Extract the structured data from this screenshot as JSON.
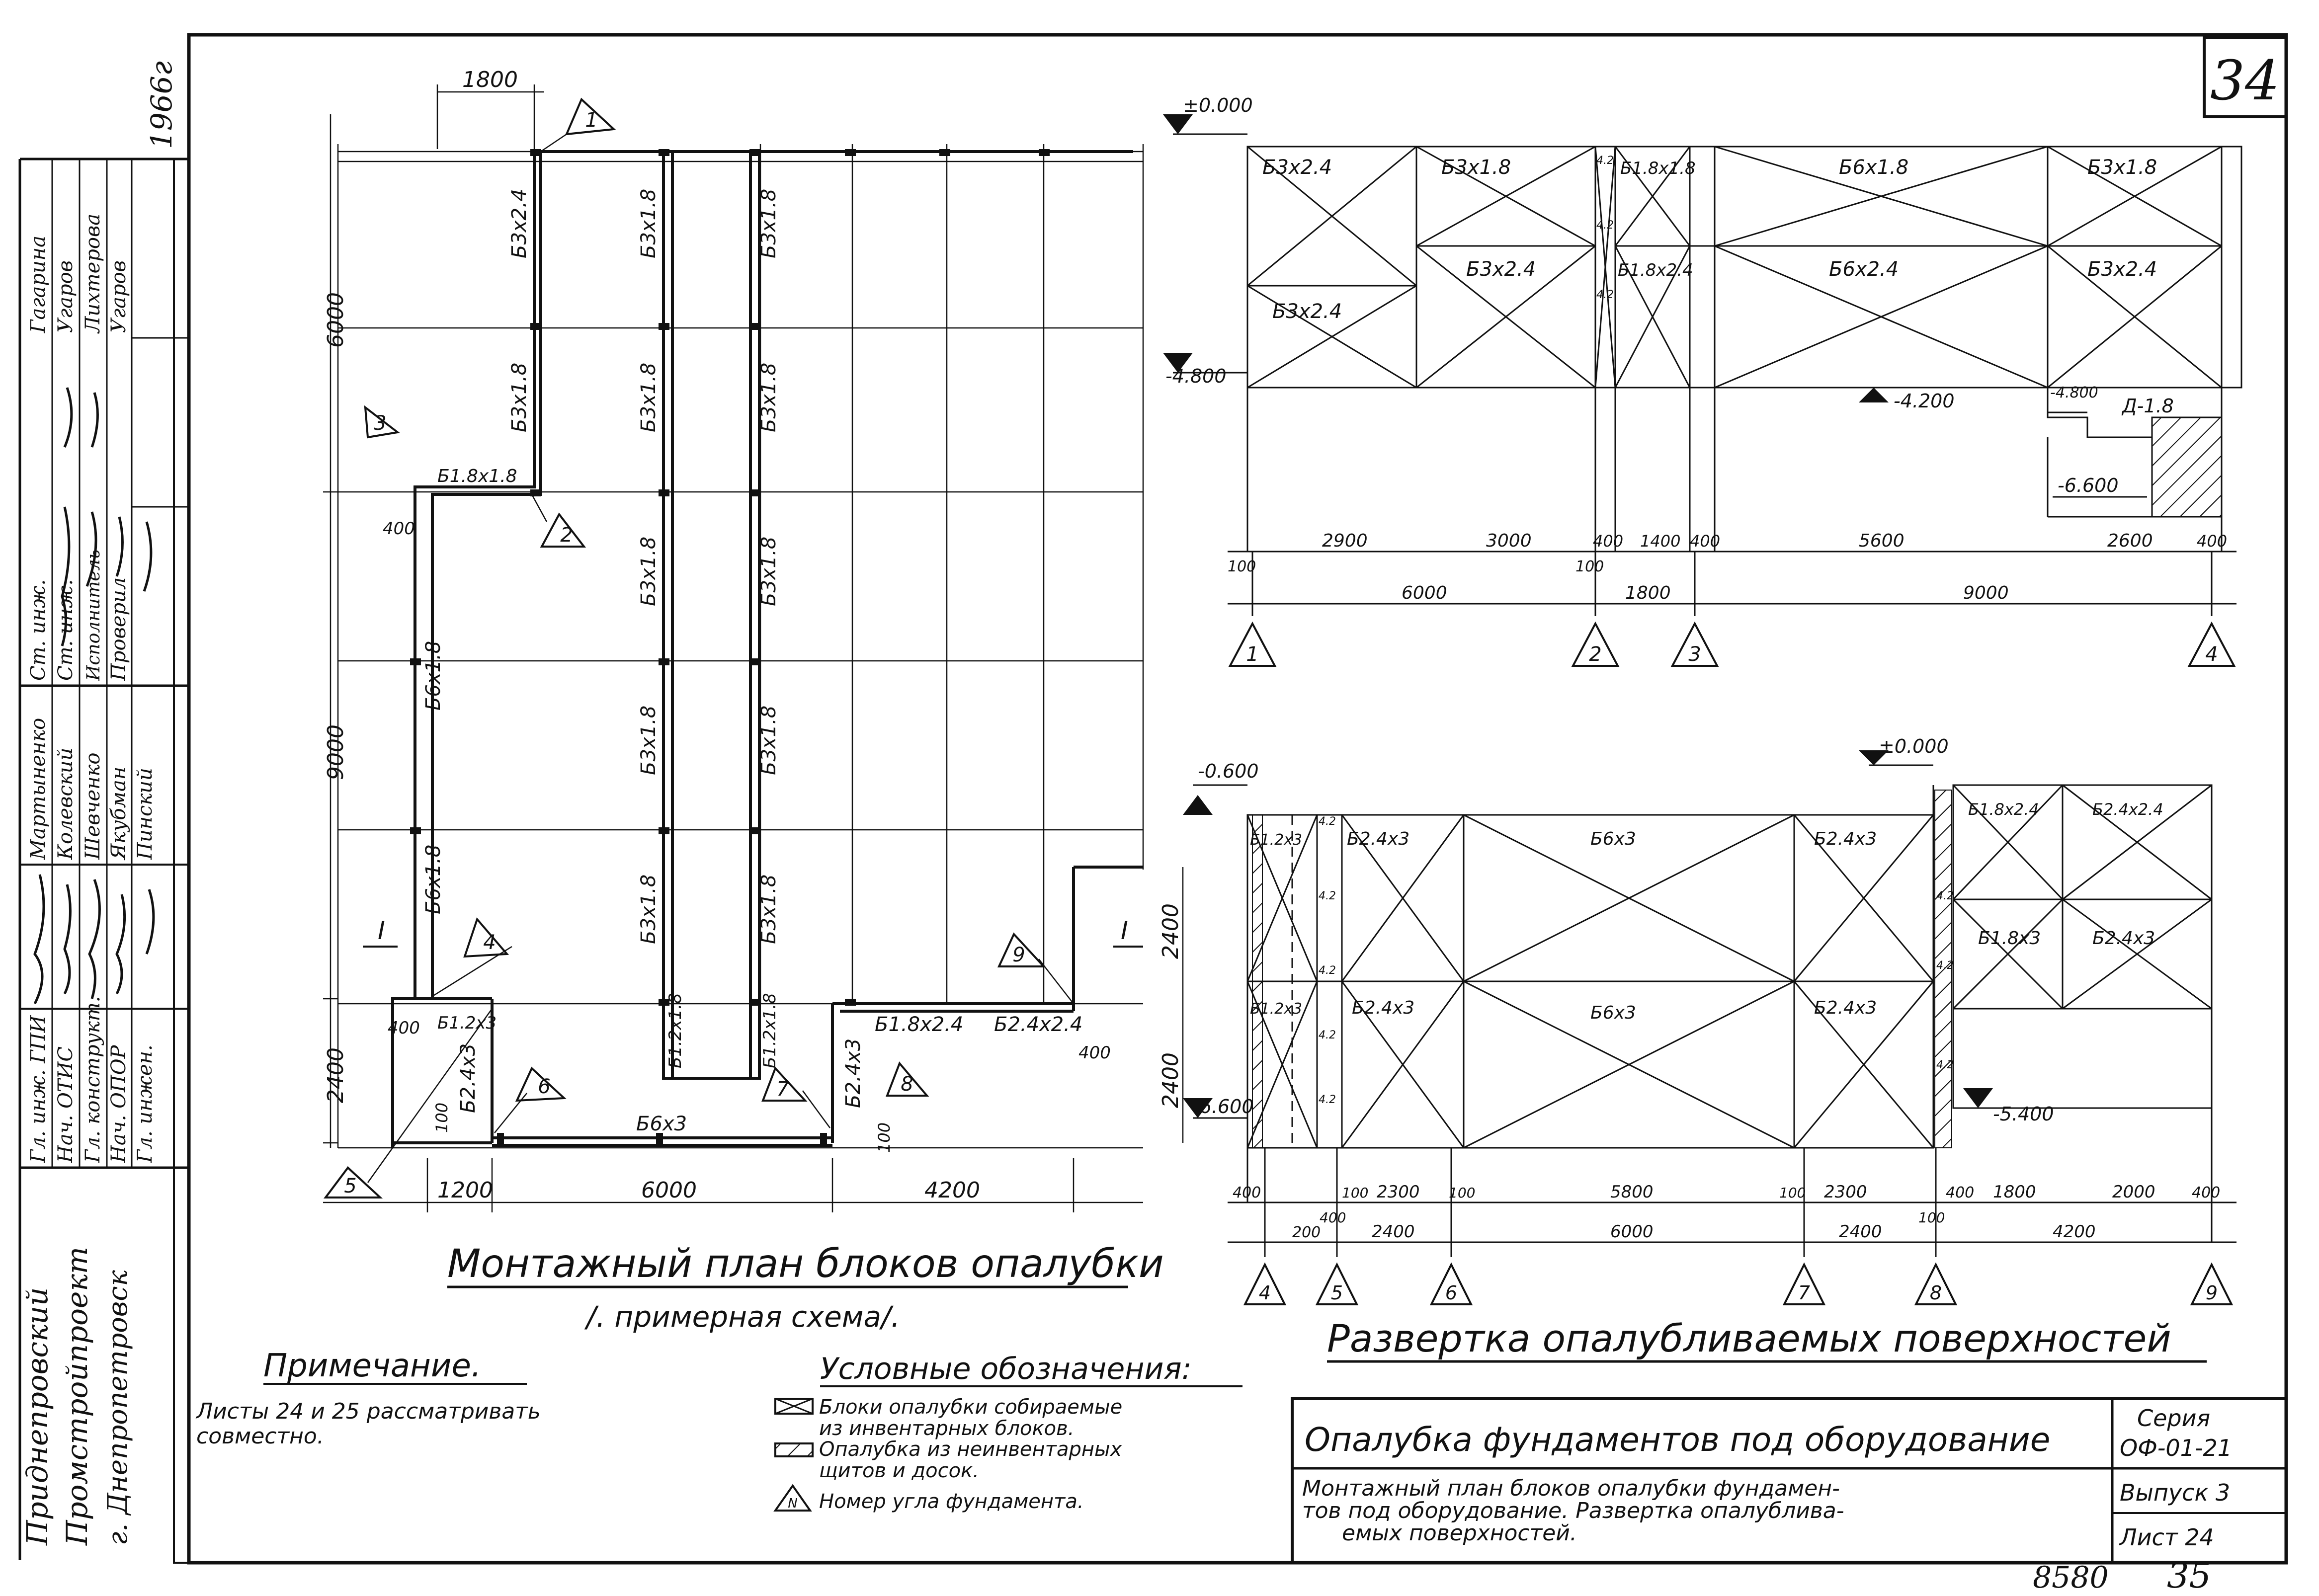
{
  "sheet": {
    "sheet_number": "34",
    "bottom_left_number": "8580",
    "bottom_right_number": "35"
  },
  "left_strip": {
    "org_lines": [
      "Приднепровский",
      "Промстройпроект",
      "г. Днепропетровск"
    ],
    "roles": [
      "Гл. инж. ГПИ",
      "Нач. ОТИС",
      "Гл. конструкт.",
      "Нач. ОПОР",
      "Гл. инжен."
    ],
    "names_a": [
      "Мартыненко",
      "Колевский",
      "Шевченко",
      "Якубман",
      "Пинский"
    ],
    "roles_b": [
      "Ст. инж.",
      "Ст. инж.",
      "Исполнитель",
      "Проверил"
    ],
    "names_b": [
      "Гагарина",
      "Угаров",
      "Лихтерова",
      "Угаров"
    ],
    "year": "1966г"
  },
  "plan": {
    "title": "Монтажный план блоков опалубки",
    "subtitle": "/. примерная схема/.",
    "dims_top": [
      "1800"
    ],
    "dims_left": [
      "6000",
      "9000",
      "2400"
    ],
    "dims_bottom": [
      "1200",
      "6000",
      "4200"
    ],
    "dims_right": [
      "2400",
      "2400"
    ],
    "small_dims": [
      "400",
      "400",
      "400",
      "100",
      "100"
    ],
    "block_labels": [
      "Б3х2.4",
      "Б3х1.8",
      "Б3х1.8",
      "Б3х1.8",
      "Б3х1.8",
      "Б3х1.8",
      "Б3х1.8",
      "Б3х1.8",
      "Б3х1.8",
      "Б3х1.8",
      "Б3х1.8",
      "Б3х1.8",
      "Б6х1.8",
      "Б6х1.8",
      "Б1.8х1.8",
      "Б1.2х3",
      "Б2.4х3",
      "Б6х3",
      "Б1.2х1.8",
      "Б1.2х1.8",
      "Б2.4х3",
      "Б1.8х2.4",
      "Б2.4х2.4"
    ],
    "corner_numbers": [
      "1",
      "2",
      "3",
      "4",
      "5",
      "6",
      "7",
      "8",
      "9"
    ],
    "section_marks": [
      "I",
      "I"
    ]
  },
  "elev1": {
    "levels": [
      "±0.000",
      "-4.800",
      "-4.200",
      "-4.800",
      "-6.600",
      "Д-1.8"
    ],
    "blocks": [
      "Б3х2.4",
      "Б3х1.8",
      "Б1.8х1.8",
      "Б6х1.8",
      "Б3х1.8",
      "Б3х2.4",
      "Б3х2.4",
      "Б1.8х2.4",
      "Б6х2.4",
      "Б3х2.4",
      "4.2",
      "4.2",
      "4.2"
    ],
    "dims_row1": [
      "100",
      "2900",
      "3000",
      "100",
      "400",
      "1400",
      "400",
      "5600",
      "2600",
      "400"
    ],
    "dims_row2": [
      "6000",
      "1800",
      "9000"
    ],
    "corners": [
      "1",
      "2",
      "3",
      "4"
    ]
  },
  "elev2": {
    "levels": [
      "-0.600",
      "±0.000",
      "-6.600",
      "-5.400"
    ],
    "blocks": [
      "Б1.2х3",
      "Б2.4х3",
      "Б6х3",
      "Б2.4х3",
      "Б1.8х2.4",
      "Б2.4х2.4",
      "Б1.2х3",
      "Б2.4х3",
      "Б6х3",
      "Б2.4х3",
      "Б1.8х3",
      "Б2.4х3",
      "4.2",
      "4.2",
      "4.2",
      "4.2",
      "4.2",
      "4.2",
      "4.2",
      "4.2"
    ],
    "dims_row1": [
      "400",
      "400",
      "100",
      "2300",
      "100",
      "5800",
      "100",
      "2300",
      "400",
      "1800",
      "2000",
      "400"
    ],
    "dims_row2": [
      "200",
      "2400",
      "6000",
      "2400",
      "100",
      "4200"
    ],
    "corners": [
      "4",
      "5",
      "6",
      "7",
      "8",
      "9"
    ]
  },
  "elevation_title": "Развертка опалубливаемых поверхностей",
  "note": {
    "title": "Примечание.",
    "text_lines": [
      "Листы 24 и 25 рассматривать",
      "совместно."
    ]
  },
  "legend": {
    "title": "Условные обозначения:",
    "items": [
      {
        "lines": [
          "Блоки опалубки собираемые",
          "из инвентарных блоков."
        ]
      },
      {
        "lines": [
          "Опалубка из неинвентарных",
          "щитов и досок."
        ]
      },
      {
        "lines": [
          "Номер угла фундамента."
        ],
        "symbol": "N"
      }
    ]
  },
  "title_block": {
    "main_title": "Опалубка фундаментов под оборудование",
    "sub_title_lines": [
      "Монтажный план блоков опалубки фундамен-",
      "тов под оборудование. Развертка опалублива-",
      "емых поверхностей."
    ],
    "series_label": "Серия",
    "series_value": "ОФ-01-21",
    "issue": "Выпуск 3",
    "sheet": "Лист 24"
  }
}
